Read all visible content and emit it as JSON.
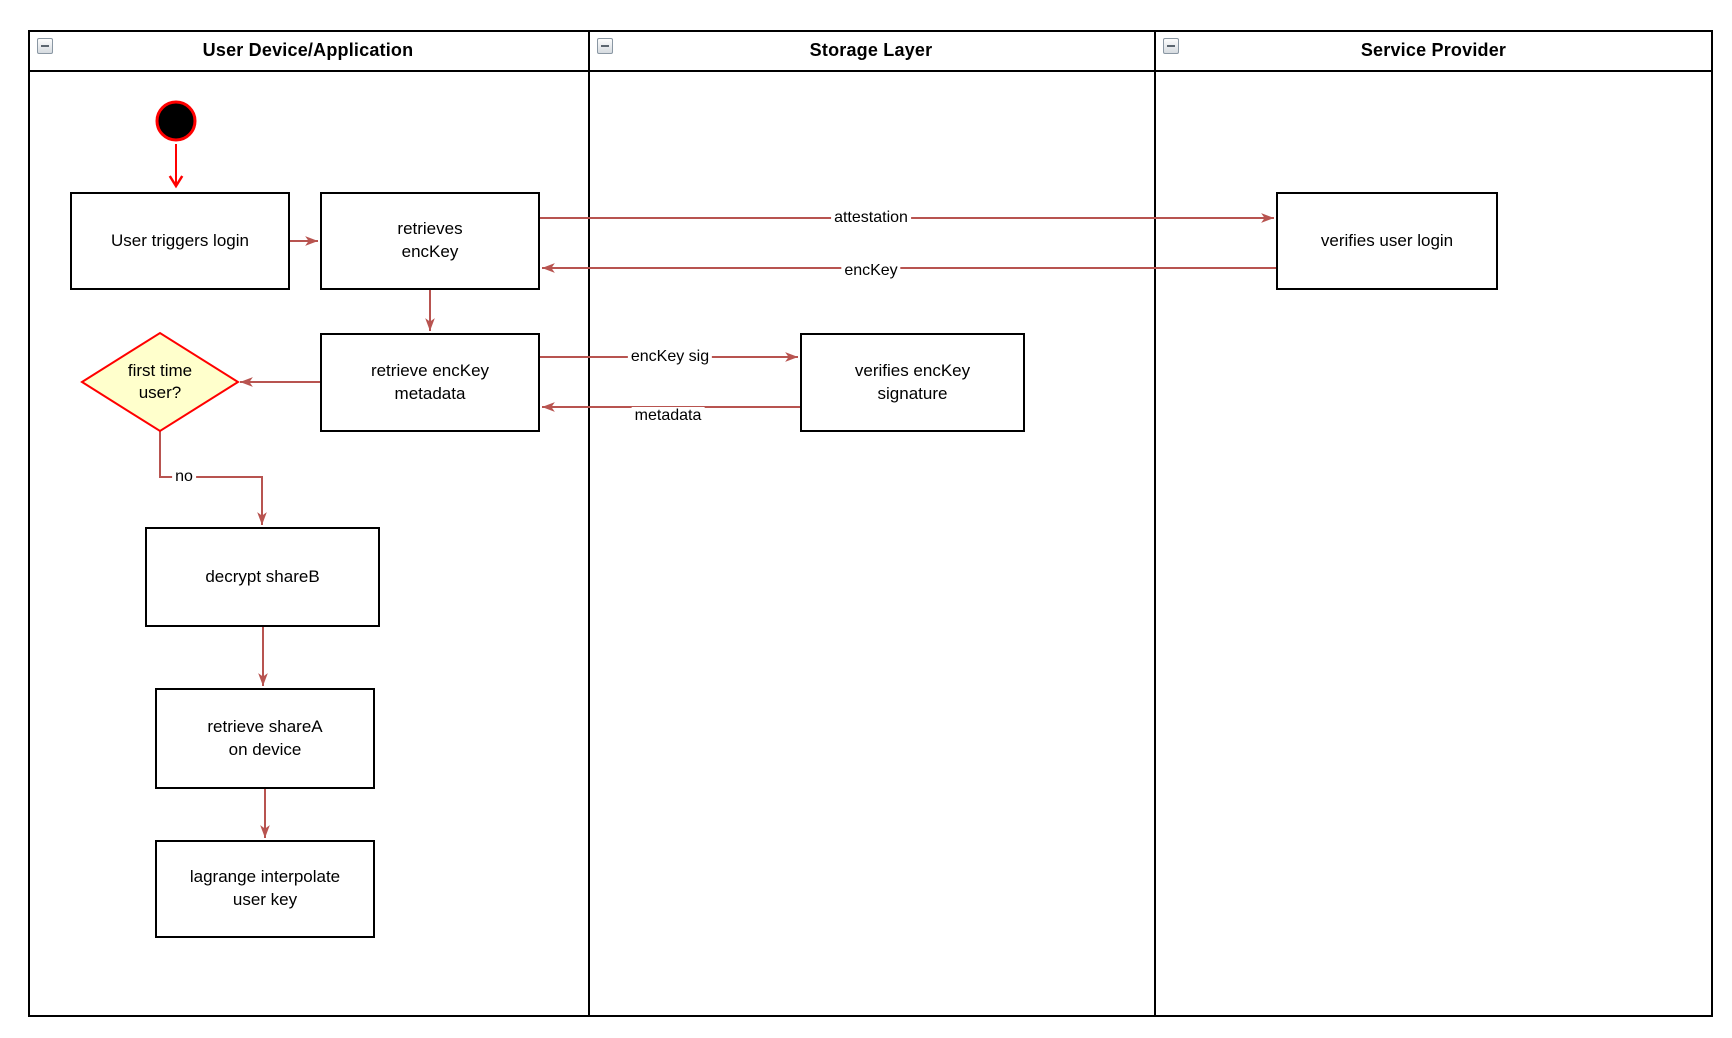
{
  "lanes": {
    "user_device": {
      "label": "User Device/Application"
    },
    "storage": {
      "label": "Storage Layer"
    },
    "service_provider": {
      "label": "Service Provider"
    }
  },
  "nodes": {
    "user_triggers_login": {
      "label": "User triggers login"
    },
    "retrieves_enckey": {
      "label": "retrieves\nencKey"
    },
    "retrieve_enckey_metadata": {
      "label": "retrieve encKey\nmetadata"
    },
    "first_time_user": {
      "label": "first time\nuser?"
    },
    "decrypt_shareb": {
      "label": "decrypt shareB"
    },
    "retrieve_sharea": {
      "label": "retrieve shareA\non device"
    },
    "lagrange_interpolate": {
      "label": "lagrange interpolate\nuser key"
    },
    "verifies_enckey_signature": {
      "label": "verifies encKey\nsignature"
    },
    "verifies_user_login": {
      "label": "verifies user login"
    }
  },
  "edges": {
    "attestation": {
      "label": "attestation"
    },
    "enckey_return": {
      "label": "encKey"
    },
    "enckey_sig": {
      "label": "encKey sig"
    },
    "metadata_return": {
      "label": "metadata"
    },
    "decision_no": {
      "label": "no"
    }
  },
  "colors": {
    "flow_arrow": "#b85450",
    "start_accent": "#ff0000",
    "decision_fill": "#ffffcc",
    "decision_stroke": "#ff0000",
    "shape_stroke": "#000000",
    "shape_fill": "#ffffff"
  }
}
